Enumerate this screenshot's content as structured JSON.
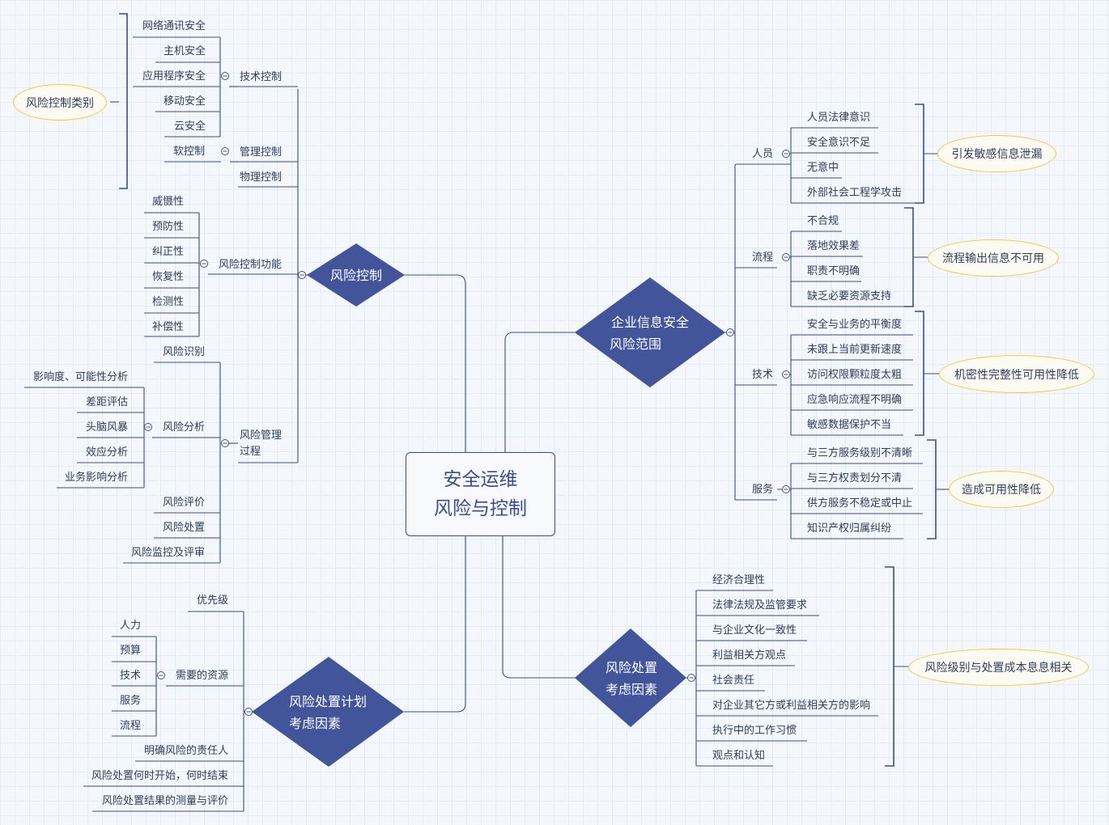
{
  "center": {
    "line1": "安全运维",
    "line2": "风险与控制"
  },
  "risk_control": {
    "title": "风险控制",
    "categories_label": "风险控制类别",
    "tech_control": "技术控制",
    "tech_items": [
      "网络通讯安全",
      "主机安全",
      "应用程序安全",
      "移动安全",
      "云安全"
    ],
    "mgmt_control": "管理控制",
    "soft_control": "软控制",
    "physical_control": "物理控制",
    "function": "风险控制功能",
    "function_items": [
      "威慑性",
      "预防性",
      "纠正性",
      "恢复性",
      "检测性",
      "补偿性"
    ],
    "process_line1": "风险管理",
    "process_line2": "过程",
    "identify": "风险识别",
    "analysis": "风险分析",
    "analysis_items": [
      "影响度、可能性分析",
      "差距评估",
      "头脑风暴",
      "效应分析",
      "业务影响分析"
    ],
    "evaluate": "风险评价",
    "treat": "风险处置",
    "monitor": "风险监控及评审"
  },
  "scope": {
    "line1": "企业信息安全",
    "line2": "风险范围",
    "personnel": "人员",
    "personnel_items": [
      "人员法律意识",
      "安全意识不足",
      "无意中",
      "外部社会工程学攻击"
    ],
    "personnel_result": "引发敏感信息泄漏",
    "process": "流程",
    "process_items": [
      "不合规",
      "落地效果差",
      "职责不明确",
      "缺乏必要资源支持"
    ],
    "process_result": "流程输出信息不可用",
    "tech": "技术",
    "tech_items": [
      "安全与业务的平衡度",
      "未跟上当前更新速度",
      "访问权限颗粒度太粗",
      "应急响应流程不明确",
      "敏感数据保护不当"
    ],
    "tech_result": "机密性完整性可用性降低",
    "service": "服务",
    "service_items": [
      "与三方服务级别不清晰",
      "与三方权责划分不清",
      "供方服务不稳定或中止",
      "知识产权归属纠纷"
    ],
    "service_result": "造成可用性降低"
  },
  "treatment": {
    "line1": "风险处置",
    "line2": "考虑因素",
    "items": [
      "经济合理性",
      "法律法规及监管要求",
      "与企业文化一致性",
      "利益相关方观点",
      "社会责任",
      "对企业其它方或利益相关方的影响",
      "执行中的工作习惯",
      "观点和认知"
    ],
    "result": "风险级别与处置成本息息相关"
  },
  "plan": {
    "line1": "风险处置计划",
    "line2": "考虑因素",
    "priority": "优先级",
    "resources": "需要的资源",
    "resource_items": [
      "人力",
      "预算",
      "技术",
      "服务",
      "流程"
    ],
    "responsible": "明确风险的责任人",
    "timing": "风险处置何时开始，何时结束",
    "measure": "风险处置结果的测量与评价"
  },
  "colors": {
    "line": "#3b4d8f",
    "diamond": "#42549a",
    "bubble_border": "#f0c93a",
    "text": "#2f3e5c"
  }
}
